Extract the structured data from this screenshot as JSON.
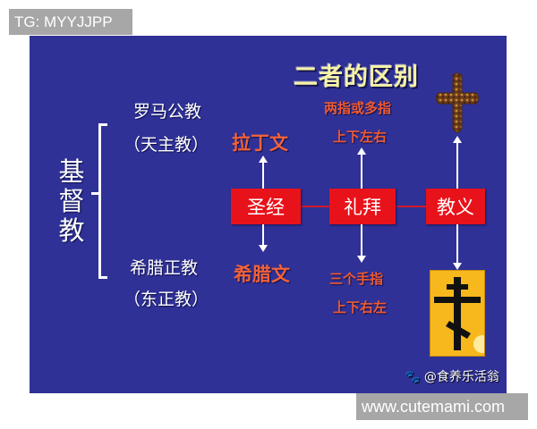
{
  "watermarks": {
    "top_left": "TG: MYYJJPP",
    "bottom_right": "www.cutemami.com",
    "credit": "@食养乐活翁",
    "credit_icon": "paw-icon"
  },
  "slide": {
    "title": "二者的区别",
    "root_label": "基督教",
    "branches": [
      {
        "name": "罗马公教",
        "alt_name": "（天主教）"
      },
      {
        "name": "希腊正教",
        "alt_name": "（东正教）"
      }
    ],
    "categories": [
      {
        "label": "圣经",
        "top_value": "拉丁文",
        "bottom_value": "希腊文"
      },
      {
        "label": "礼拜",
        "top_value_lines": [
          "两指或多指",
          "上下左右"
        ],
        "bottom_value_lines": [
          "三个手指",
          "上下右左"
        ]
      },
      {
        "label": "教义",
        "top_value_icon": "latin-cross-icon",
        "bottom_value_icon": "orthodox-cross-icon"
      }
    ]
  },
  "colors": {
    "background": "#2f3196",
    "title": "#f7f3a8",
    "box": "#e8121b",
    "accent_text": "#f0623a",
    "orthodox_card": "#f7b81e",
    "watermark_bg": "#a7a7a7"
  }
}
